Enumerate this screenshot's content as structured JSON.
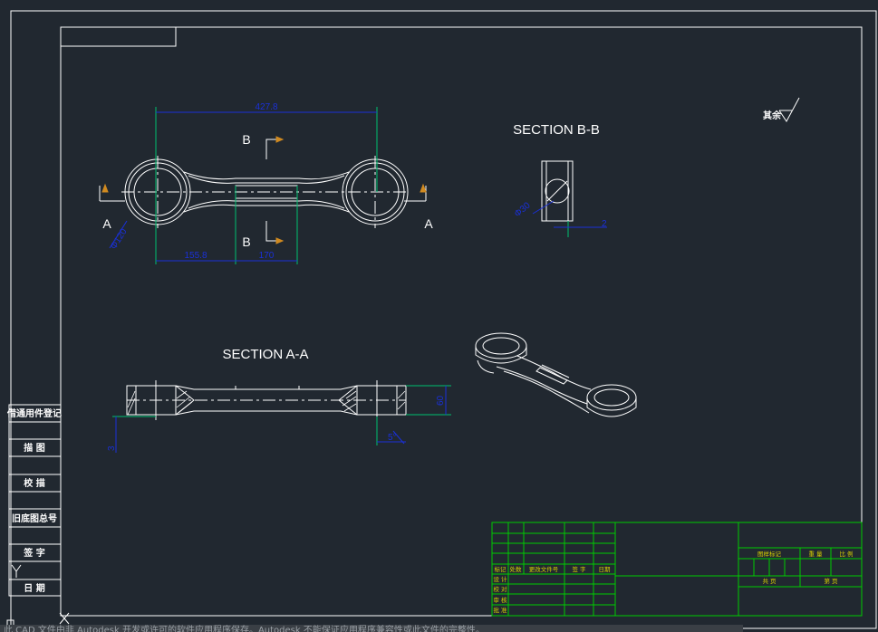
{
  "colors": {
    "background": "#212830",
    "outline": "#ffffff",
    "dimension": "#1a30d8",
    "extension": "#00c070",
    "title_block": "#00cc00",
    "title_text": "#d8d000",
    "marker": "#d08a20"
  },
  "drawing": {
    "section_bb_title": "SECTION B-B",
    "section_aa_title": "SECTION A-A",
    "cut_label_a": "A",
    "cut_label_b": "B",
    "roughness_note": "其余",
    "dims": {
      "overall_length": "427.8",
      "hole_diameter": "Φ120",
      "offset_left": "155.8",
      "slot_width": "170",
      "section_hole": "Φ30",
      "section_offset": "2",
      "thickness": "60",
      "chamfer": "5°",
      "depth_small": "3"
    }
  },
  "side_labels": [
    "借通用件登记",
    "描 图",
    "校 描",
    "旧底图总号",
    "签 字",
    "日 期"
  ],
  "title_block": {
    "revision_headers": [
      "标记",
      "处数",
      "更改文件号",
      "签 字",
      "日期"
    ],
    "role_labels": [
      "设 计",
      "校 对",
      "审 核",
      "批 准"
    ],
    "meta_headers": [
      "图样标记",
      "重 量",
      "比 例"
    ],
    "sheet_labels": [
      "共 页",
      "第 页"
    ]
  },
  "status_bar": {
    "text": "此 CAD 文件由非 Autodesk 开发或许可的软件应用程序保存。Autodesk 不能保证应用程序兼容性或此文件的完整性。"
  }
}
